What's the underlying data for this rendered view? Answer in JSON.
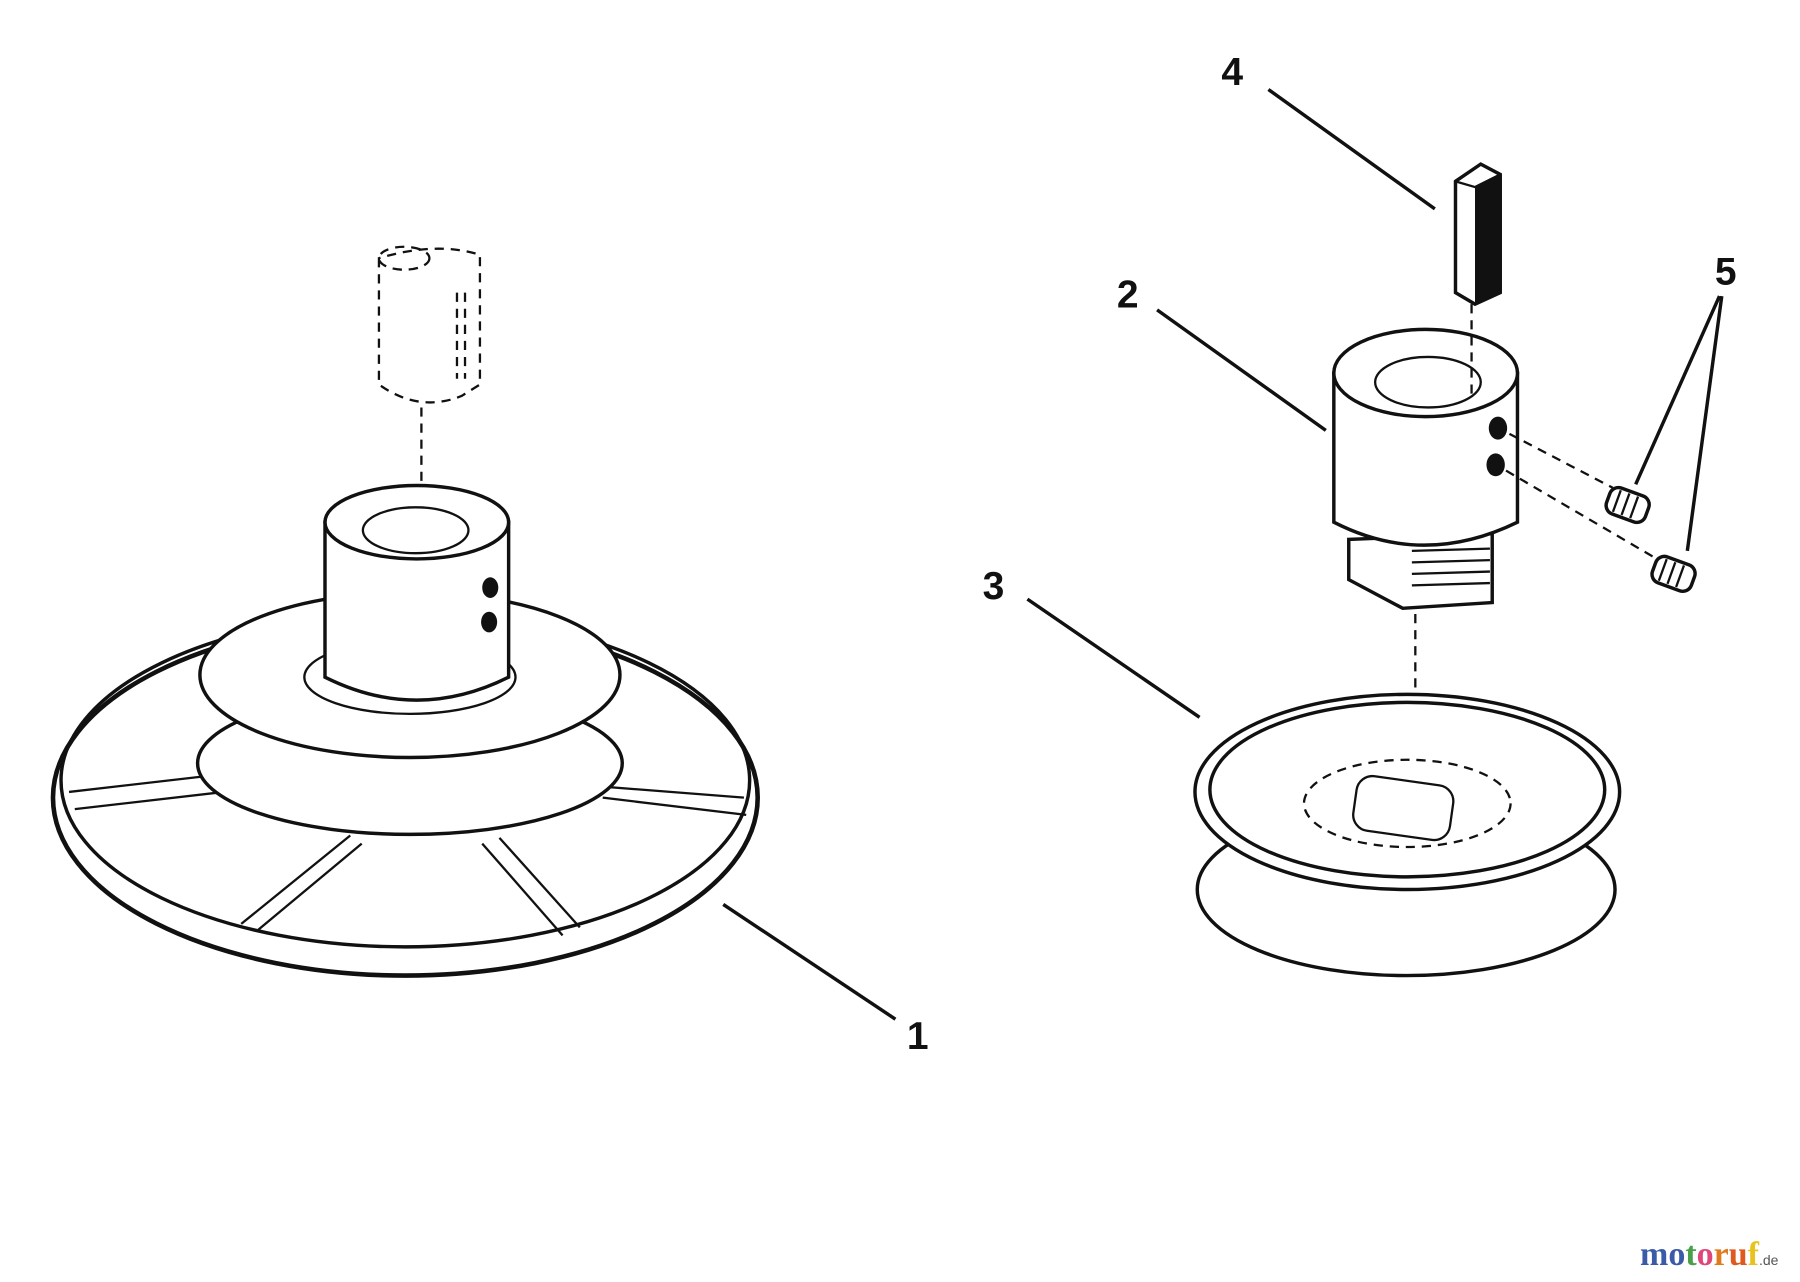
{
  "callouts": {
    "c1": "1",
    "c2": "2",
    "c3": "3",
    "c4": "4",
    "c5": "5"
  },
  "watermark": {
    "letters": [
      "m",
      "o",
      "t",
      "o",
      "r",
      "u",
      "f"
    ],
    "colors": [
      "#3b5ba9",
      "#3b5ba9",
      "#4aa04a",
      "#e0457b",
      "#e07a1f",
      "#e05a1f",
      "#e8c21f"
    ],
    "tld": ".de"
  }
}
